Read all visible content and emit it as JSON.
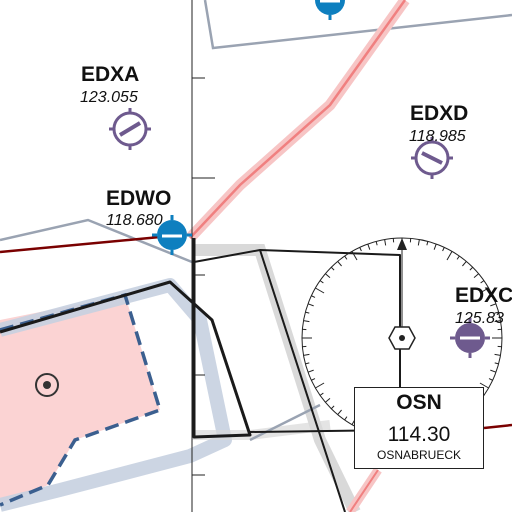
{
  "map": {
    "stations": [
      {
        "ident": "EDXA",
        "frequency": "123.055"
      },
      {
        "ident": "EDXD",
        "frequency": "118.985"
      },
      {
        "ident": "EDWO",
        "frequency": "118.680"
      },
      {
        "ident": "EDXC",
        "frequency": "125.83"
      }
    ],
    "vor": {
      "ident": "OSN",
      "frequency": "114.30",
      "name": "OSNABRUECK"
    },
    "colors": {
      "airway_red": "#f08080",
      "airspace_grey": "#9aa3b2",
      "restricted_fill": "#fbd3d3",
      "restricted_border": "#3b5f8f",
      "boundary_black": "#1a1a1a",
      "airport_blue": "#0e7fbf",
      "airport_purple": "#6e5a8e",
      "dark_red_line": "#7a0000"
    }
  }
}
